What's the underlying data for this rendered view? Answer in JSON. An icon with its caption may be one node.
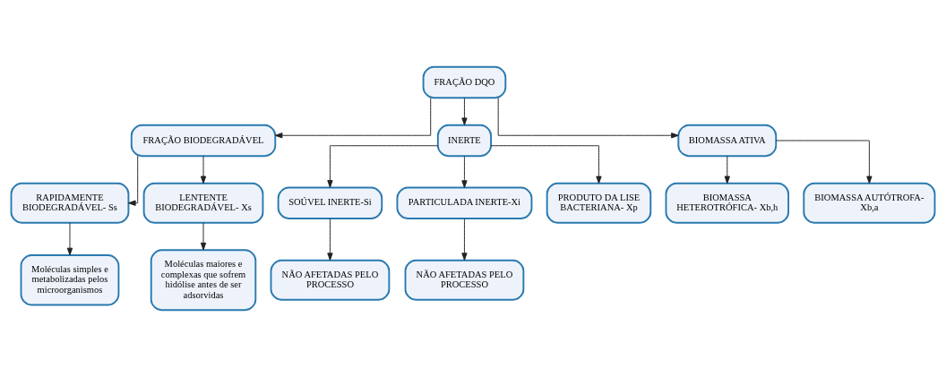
{
  "diagram": {
    "nodes": [
      {
        "text": [
          "FRAÇÃO DQO"
        ]
      },
      {
        "text": [
          "FRAÇÃO BIODEGRADÁVEL"
        ]
      },
      {
        "text": [
          "INERTE"
        ]
      },
      {
        "text": [
          "BIOMASSA ATIVA"
        ]
      },
      {
        "text": [
          "RAPIDAMENTE BIODEGRADÁVEL- Ss"
        ]
      },
      {
        "text": [
          "LENTENTE BIODEGRADÁVEL- Xs"
        ]
      },
      {
        "text": [
          "SOÚVEL INERTE-Si"
        ]
      },
      {
        "text": [
          "PARTICULADA INERTE-Xi"
        ]
      },
      {
        "text": [
          "PRODUTO DA LISE BACTERIANA- Xp"
        ]
      },
      {
        "text": [
          "BIOMASSA HETEROTRÓFICA- Xb,h"
        ]
      },
      {
        "text": [
          "BIOMASSA AUTÓTROFA-Xb,a"
        ]
      },
      {
        "text": [
          "Moléculas simples e metabolizadas pelos microorganismos"
        ]
      },
      {
        "text": [
          "Moléculas maiores e complexas que sofrem hidólise antes de ser adsorvidas"
        ]
      },
      {
        "text": [
          "NÃO AFETADAS PELO PROCESSO"
        ]
      },
      {
        "text": [
          "NÃO AFETADAS PELO PROCESSO"
        ]
      }
    ],
    "edges": [
      {
        "from": 0,
        "to": 1,
        "arrow": "to"
      },
      {
        "from": 0,
        "to": 2,
        "arrow": "to"
      },
      {
        "from": 0,
        "to": 3,
        "arrow": "to"
      },
      {
        "from": 1,
        "to": 4,
        "arrow": "to"
      },
      {
        "from": 1,
        "to": 5,
        "arrow": "to"
      },
      {
        "from": 2,
        "to": 6,
        "arrow": "to"
      },
      {
        "from": 2,
        "to": 7,
        "arrow": "to"
      },
      {
        "from": 2,
        "to": 8,
        "arrow": "to"
      },
      {
        "from": 3,
        "to": 9,
        "arrow": "to"
      },
      {
        "from": 3,
        "to": 10,
        "arrow": "to"
      },
      {
        "from": 4,
        "to": 11,
        "arrow": "to"
      },
      {
        "from": 5,
        "to": 12,
        "arrow": "to"
      },
      {
        "from": 6,
        "to": 13,
        "arrow": "to"
      },
      {
        "from": 7,
        "to": 14,
        "arrow": "to"
      }
    ]
  }
}
